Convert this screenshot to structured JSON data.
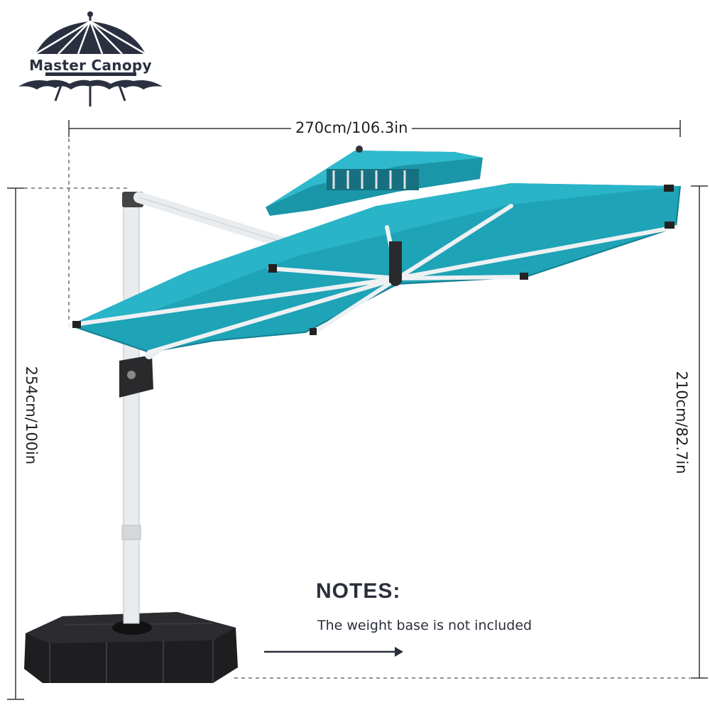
{
  "brand": {
    "name": "Master Canopy"
  },
  "dimensions": {
    "width": "270cm/106.3in",
    "total_height": "254cm/100in",
    "canopy_height": "210cm/82.7in"
  },
  "notes": {
    "title": "NOTES:",
    "text": "The weight base is not included"
  },
  "colors": {
    "canopy": "#1ea3b7",
    "canopy_dark": "#157f90",
    "pole": "#e9ecee",
    "base": "#1e1e20",
    "logo": "#2b3040"
  }
}
